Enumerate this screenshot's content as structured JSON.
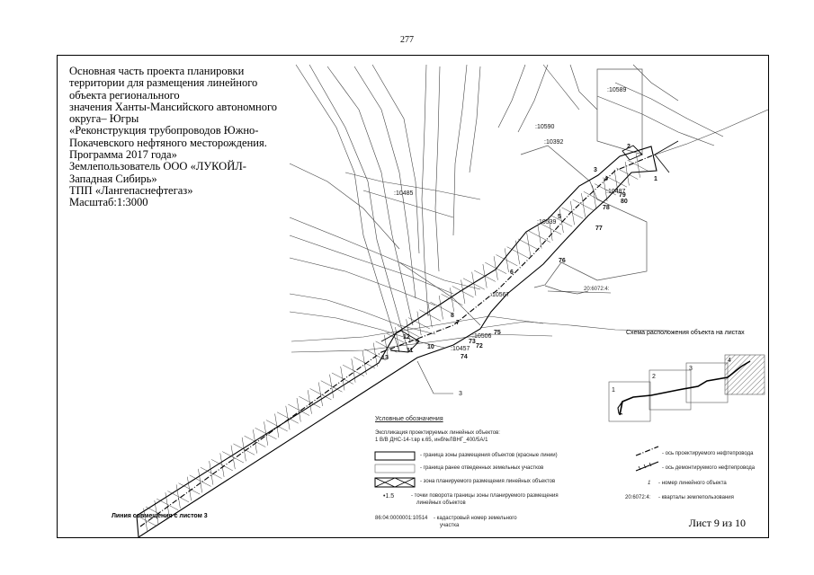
{
  "page_number": "277",
  "title_lines": [
    "Основная часть проекта планировки",
    "территории  для размещения линейного",
    "объекта регионального",
    "значения Ханты-Мансийского автономного",
    "округа– Югры",
    "«Реконструкция трубопроводов Южно-",
    "Покачевского нефтяного месторождения.",
    "Программа 2017 года»",
    "Землепользователь ООО «ЛУКОЙЛ-",
    "Западная Сибирь»",
    "ТПП «Лангепаснефтегаз»",
    "Масштаб:1:3000"
  ],
  "parcels": [
    ":10589",
    ":10590",
    ":10392",
    ":10485",
    ":10539",
    ":10567",
    ":10506",
    ":10457",
    ":10487"
  ],
  "point_numbers": [
    "1",
    "2",
    "3",
    "4",
    "5",
    "6",
    "7",
    "8",
    "9",
    "10",
    "11",
    "12",
    "13",
    "72",
    "73",
    "74",
    "75",
    "76",
    "77",
    "78",
    "79",
    "80"
  ],
  "quarter_label": "20:6072:4:",
  "callout_number": "3",
  "join_line_label": "Линия совмещения с листом 3",
  "scheme": {
    "title": "Схема расположения объекта на листах",
    "sheets": [
      "1",
      "2",
      "3",
      "4"
    ]
  },
  "legend": {
    "title": "Условные обозначения",
    "header_lines": [
      "Экспликация проектируемых линейных объектов:",
      "1 В/В ДНС-14-т.вр к.65, инб№ЛВНГ_400/5А/1"
    ],
    "items": [
      "- граница зоны размещения объектов (красные линии)",
      "- граница ранее отведенных земельных участков",
      "- зона планируемого размещения линейных объектов",
      "- точки поворота границы зоны планируемого размещения",
      "линейных объектов",
      "- кадастровый номер земельного",
      "участка",
      "- ось проектируемого нефтепровода",
      "- ось демонтируемого нефтепровода",
      "- номер линейного объекта",
      "- кварталы землепользования"
    ],
    "point_sample": "•1.5",
    "cadastral_sample": "86:04:0000001:10514",
    "line_number_sample": "1",
    "quarter_sample": "20:6072:4:"
  },
  "sheet_label": "Лист 9 из 10"
}
